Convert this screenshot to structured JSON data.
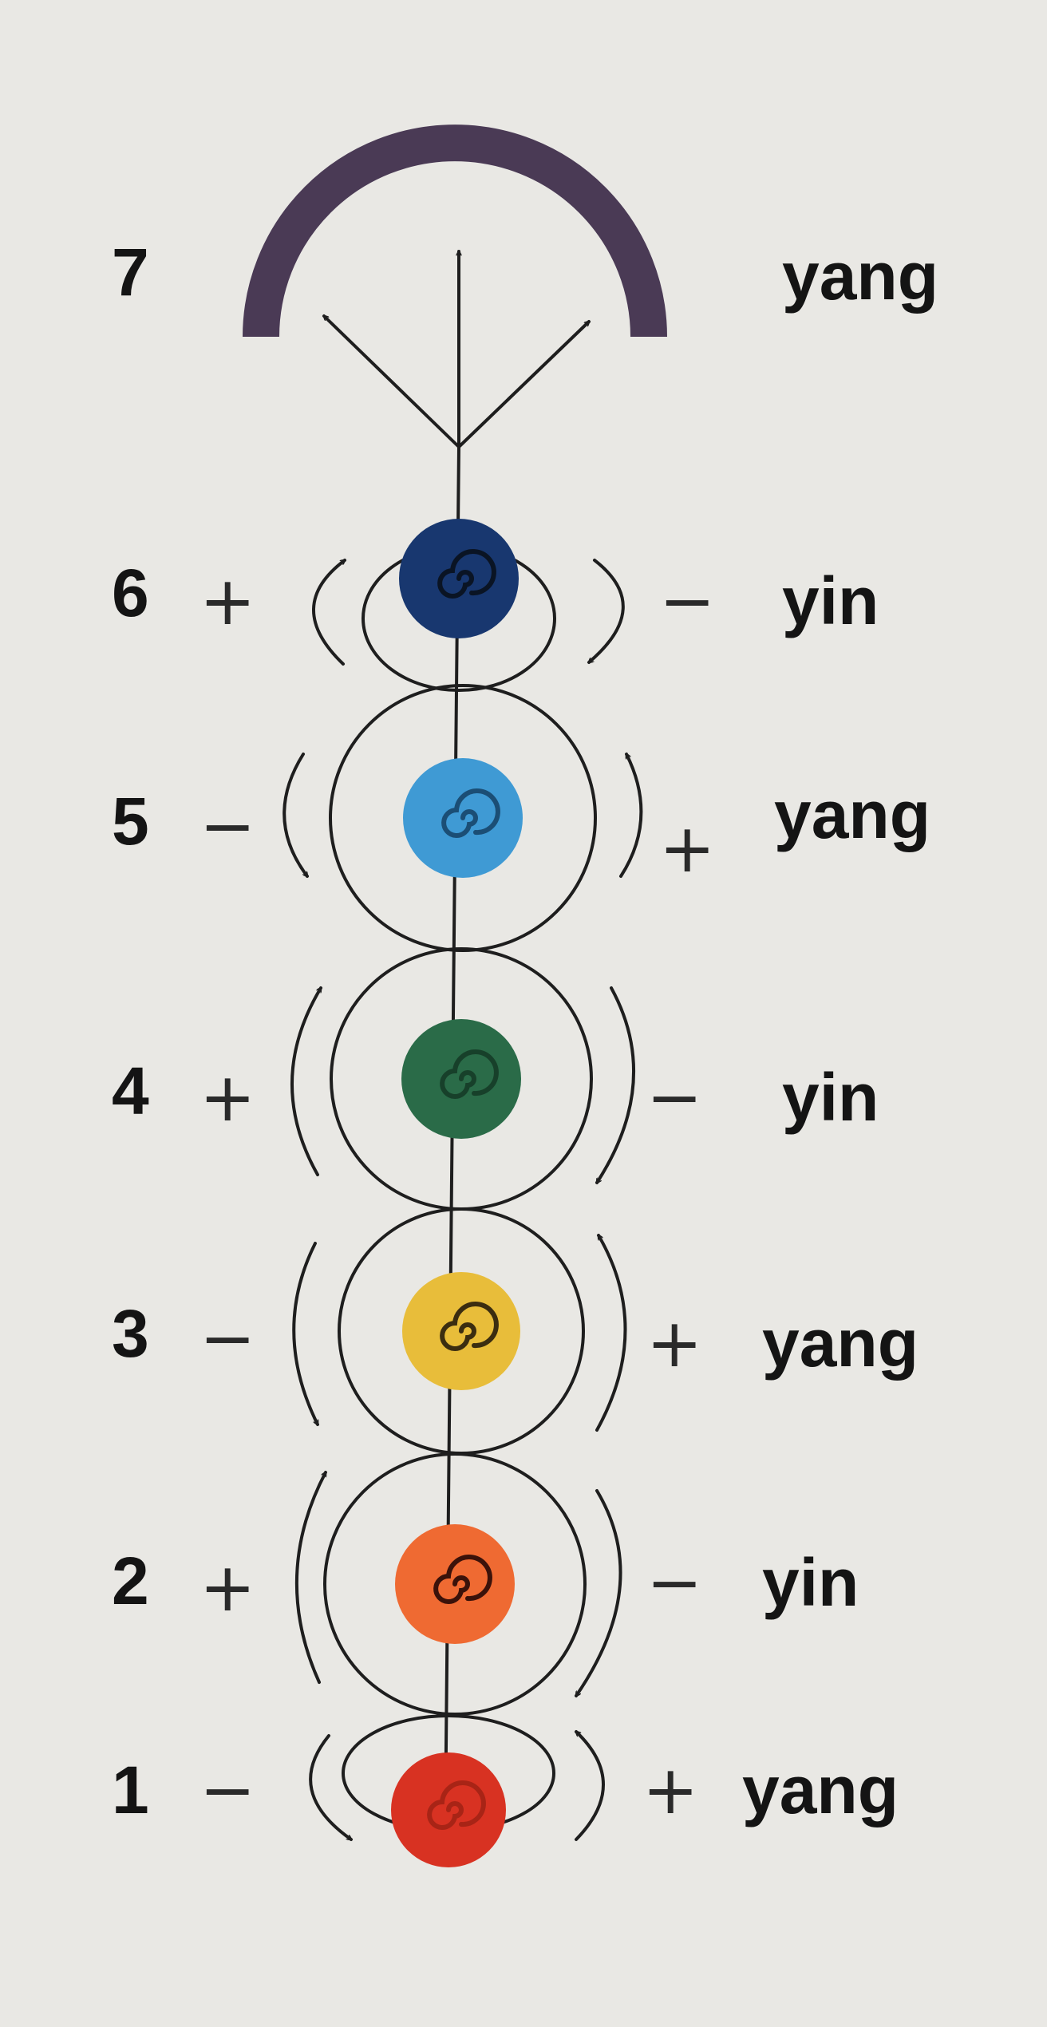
{
  "colors": {
    "background": "#e9e8e4",
    "crown_arc": "#4a3a55",
    "chakra_6": "#18376f",
    "chakra_5": "#3f9ad4",
    "chakra_4": "#2a6b48",
    "chakra_3": "#e8bd3a",
    "chakra_2": "#ef6a32",
    "chakra_1": "#d83222"
  },
  "levels": [
    {
      "number": "7",
      "left_sign": "",
      "right_sign": "",
      "label": "yang"
    },
    {
      "number": "6",
      "left_sign": "+",
      "right_sign": "−",
      "label": "yin"
    },
    {
      "number": "5",
      "left_sign": "−",
      "right_sign": "+",
      "label": "yang"
    },
    {
      "number": "4",
      "left_sign": "+",
      "right_sign": "−",
      "label": "yin"
    },
    {
      "number": "3",
      "left_sign": "−",
      "right_sign": "+",
      "label": "yang"
    },
    {
      "number": "2",
      "left_sign": "+",
      "right_sign": "−",
      "label": "yin"
    },
    {
      "number": "1",
      "left_sign": "−",
      "right_sign": "+",
      "label": "yang"
    }
  ]
}
